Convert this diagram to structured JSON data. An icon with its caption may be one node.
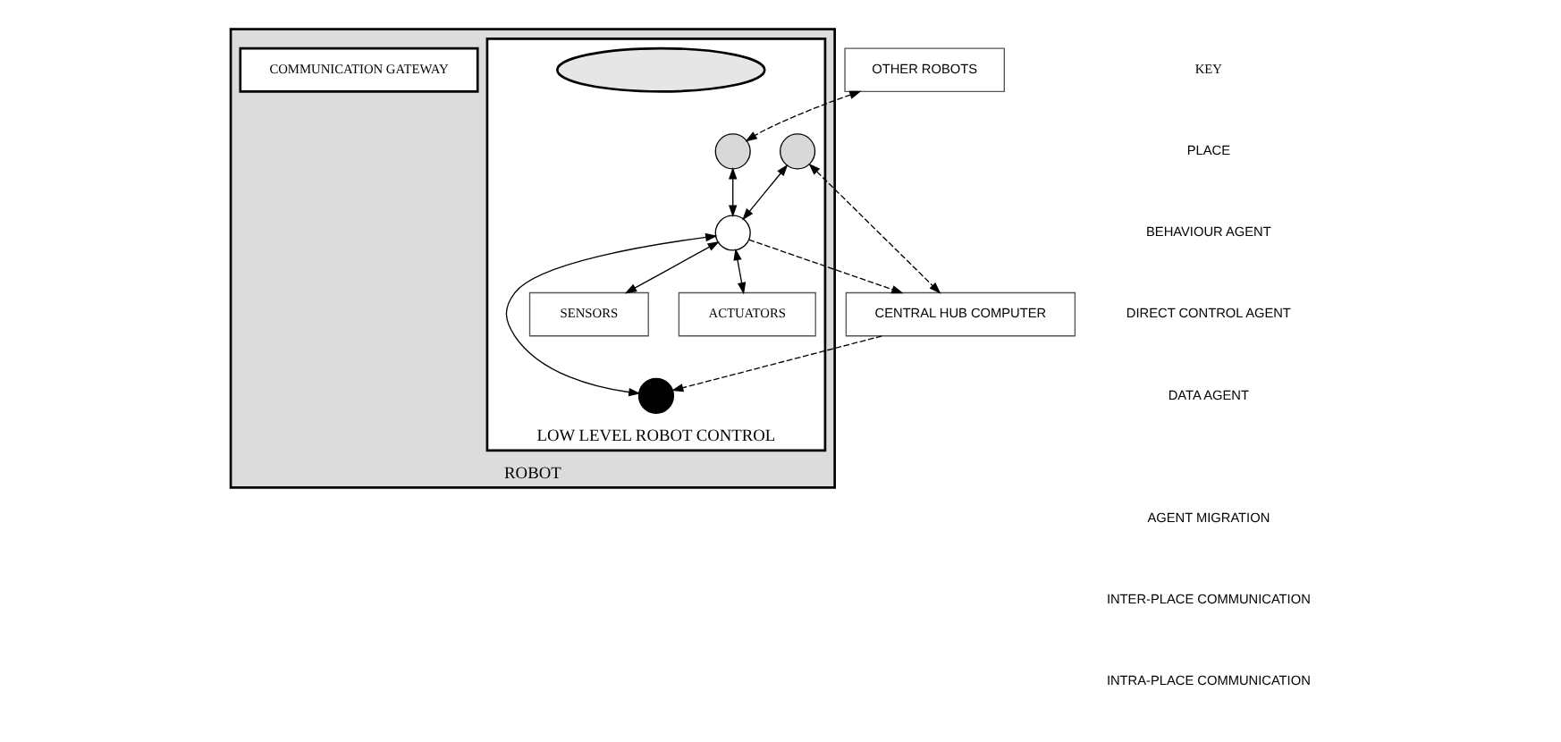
{
  "diagram": {
    "nodes": [
      {
        "text": [
          "CENTRAL HUB COMPUTER"
        ]
      },
      {
        "text": [
          "ROBOT"
        ]
      },
      {
        "text": [
          "COMMUNICATION GATEWAY"
        ],
        "in": 1
      },
      {
        "text": [
          "LOW LEVEL ROBOT CONTROL"
        ],
        "in": 1
      },
      {
        "text": [],
        "shape": "ellipse",
        "in": 3
      },
      {
        "text": [],
        "shape": "circle",
        "in": 3
      },
      {
        "text": [],
        "shape": "circle",
        "in": 3
      },
      {
        "text": [],
        "shape": "circle",
        "in": 3
      },
      {
        "text": [],
        "shape": "circle",
        "in": 3
      },
      {
        "text": [
          "SENSORS"
        ],
        "in": 3
      },
      {
        "text": [
          "ACTUATORS"
        ],
        "in": 3
      },
      {
        "text": [
          "OTHER ROBOTS"
        ]
      }
    ],
    "edges": [
      {
        "from": 11,
        "to": 5,
        "arrow": "both",
        "style": "dashed"
      },
      {
        "from": 6,
        "to": 0,
        "arrow": "both",
        "style": "dashed"
      },
      {
        "from": 7,
        "to": 0,
        "arrow": "to",
        "style": "dashed"
      },
      {
        "from": 0,
        "to": 8,
        "arrow": "to",
        "style": "dashed"
      },
      {
        "from": 6,
        "to": 7,
        "arrow": "both"
      },
      {
        "from": 5,
        "to": 7,
        "arrow": "both"
      },
      {
        "from": 7,
        "to": 8,
        "arrow": "both"
      },
      {
        "from": 7,
        "to": 9,
        "arrow": "both"
      },
      {
        "from": 7,
        "to": 10,
        "arrow": "both"
      }
    ],
    "labels": [
      "KEY"
    ],
    "legend": [
      {
        "text": "PLACE"
      },
      {
        "text": "BEHAVIOUR AGENT"
      },
      {
        "text": "DIRECT CONTROL AGENT"
      },
      {
        "text": "DATA AGENT"
      },
      {
        "text": "AGENT MIGRATION"
      },
      {
        "text": "INTER-PLACE COMMUNICATION"
      },
      {
        "text": "INTRA-PLACE COMMUNICATION"
      }
    ]
  }
}
